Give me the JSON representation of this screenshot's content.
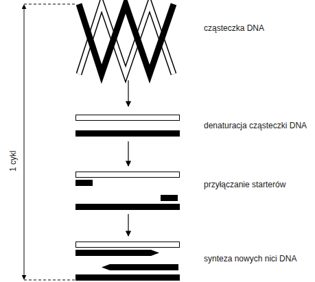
{
  "diagram": {
    "labels": [
      "cząsteczka DNA",
      "denaturacja cząsteczki DNA",
      "przyłączanie starterów",
      "synteza nowych nici DNA",
      "1 cykl"
    ]
  }
}
